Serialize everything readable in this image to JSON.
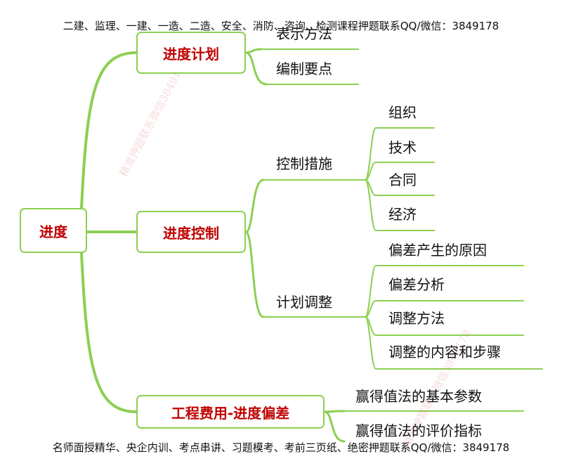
{
  "colors": {
    "branch": "#8ccf52",
    "box_text": "#c00000",
    "watermark": "#d65a5a"
  },
  "banner": {
    "top": "二建、监理、一建、一造、二造、安全、消防、咨询、检测课程押题联系QQ/微信：3849178",
    "bottom": "名师面授精华、央企内训、考点串讲、习题模考、考前三页纸、绝密押题联系QQ/微信：3849178"
  },
  "watermark": "精准押题联系微信3849178",
  "mindmap": {
    "root": "进度",
    "branches": [
      {
        "label": "进度计划",
        "leaves": [
          "表示方法",
          "编制要点"
        ]
      },
      {
        "label": "进度控制",
        "sub": [
          {
            "label": "控制措施",
            "leaves": [
              "组织",
              "技术",
              "合同",
              "经济"
            ]
          },
          {
            "label": "计划调整",
            "leaves": [
              "偏差产生的原因",
              "偏差分析",
              "调整方法",
              "调整的内容和步骤"
            ]
          }
        ]
      },
      {
        "label": "工程费用-进度偏差",
        "leaves": [
          "赢得值法的基本参数",
          "赢得值法的评价指标"
        ]
      }
    ]
  }
}
